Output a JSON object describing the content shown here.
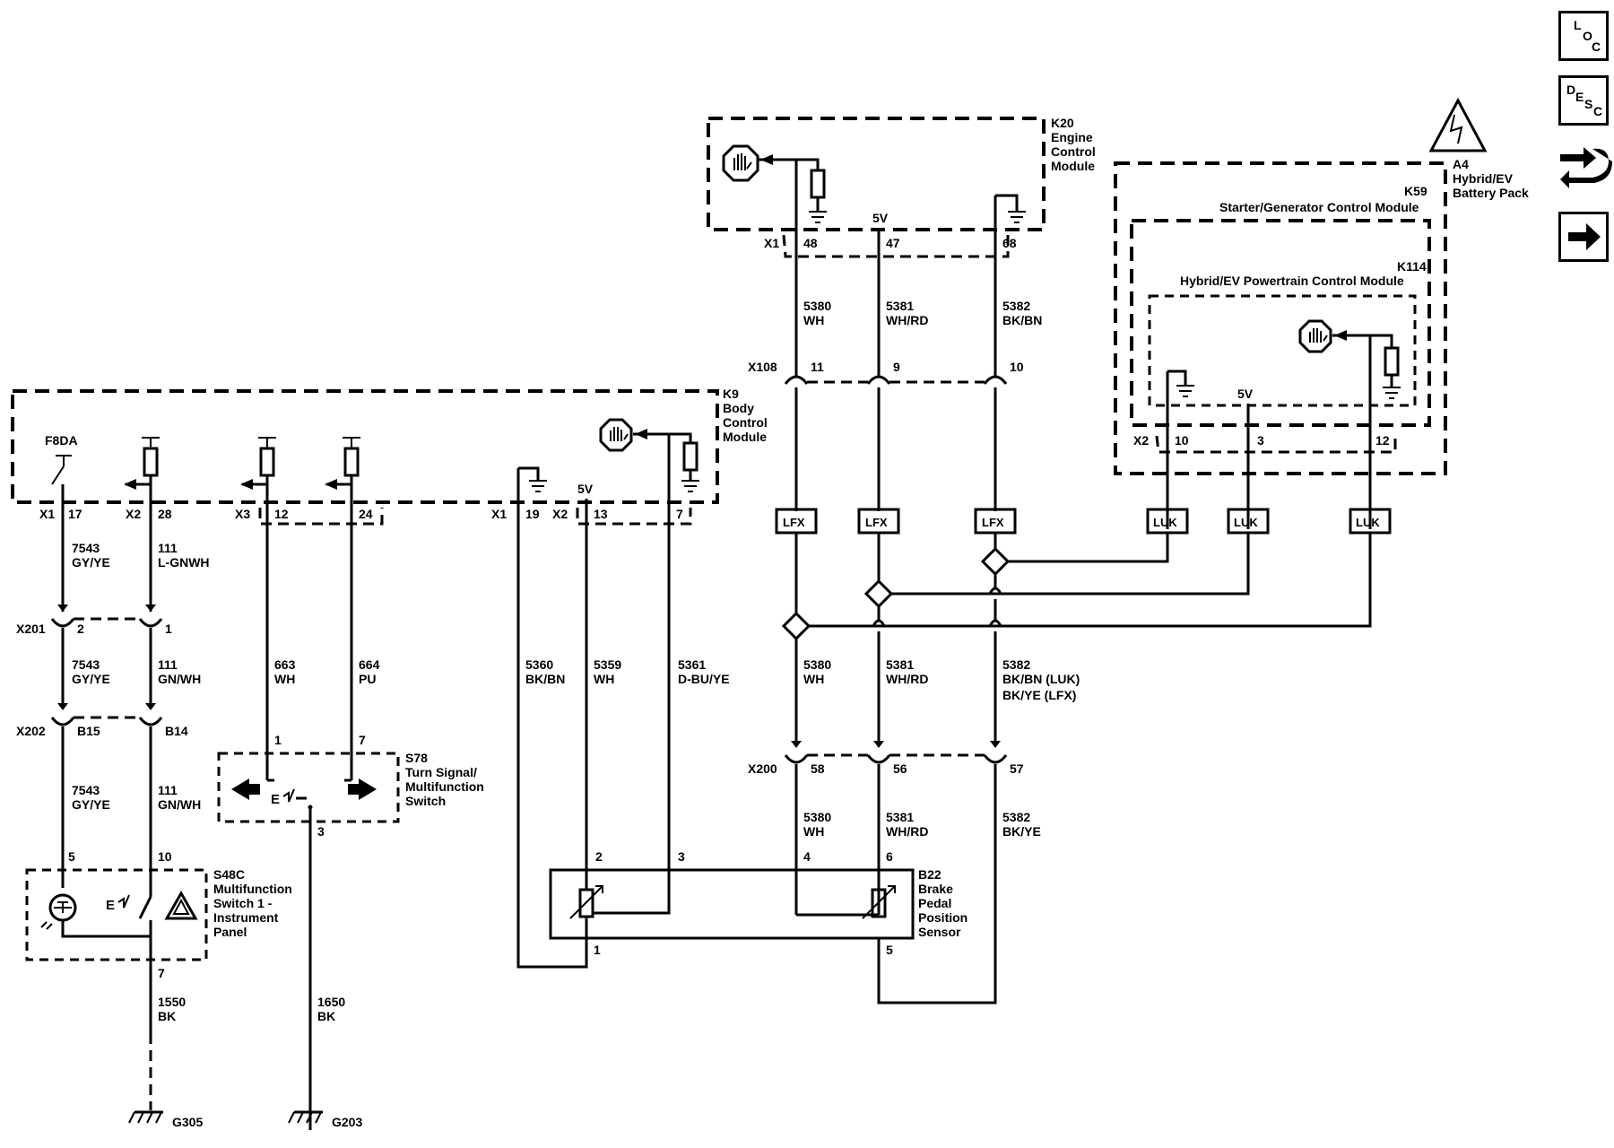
{
  "nav": {
    "loc": {
      "c1": "L",
      "c2": "O",
      "c3": "C"
    },
    "desc": {
      "c1": "D",
      "c2": "E",
      "c3": "S",
      "c4": "C"
    }
  },
  "modules": {
    "k20": {
      "lines": [
        "K20",
        "Engine",
        "Control",
        "Module"
      ]
    },
    "a4": {
      "lines": [
        "A4",
        "Hybrid/EV",
        "Battery Pack"
      ]
    },
    "k59": {
      "line": "Starter/Generator Control Module",
      "id": "K59"
    },
    "k114": {
      "line": "Hybrid/EV Powertrain Control Module",
      "id": "K114"
    },
    "k9": {
      "lines": [
        "K9",
        "Body",
        "Control",
        "Module"
      ]
    },
    "s78": {
      "lines": [
        "S78",
        "Turn Signal/",
        "Multifunction",
        "Switch"
      ]
    },
    "s48c": {
      "lines": [
        "S48C",
        "Multifunction",
        "Switch 1 -",
        "Instrument",
        "Panel"
      ]
    },
    "b22": {
      "lines": [
        "B22",
        "Brake",
        "Pedal",
        "Position",
        "Sensor"
      ]
    }
  },
  "labels": {
    "v5_k20": "5V",
    "v5_k114": "5V",
    "v5_k9": "5V",
    "k20_conn": "X1",
    "k20_p48": "48",
    "k20_p47": "47",
    "k20_p68": "68",
    "k114_conn": "X2",
    "k114_p10": "10",
    "k114_p3": "3",
    "k114_p12": "12",
    "x108": "X108",
    "x108_11": "11",
    "x108_9": "9",
    "x108_10": "10",
    "w5380_a": "5380",
    "w5380_a_c": "WH",
    "w5381_a": "5381",
    "w5381_a_c": "WH/RD",
    "w5382_a": "5382",
    "w5382_a_c": "BK/BN",
    "lfx1": "LFX",
    "lfx2": "LFX",
    "lfx3": "LFX",
    "luk1": "LUK",
    "luk2": "LUK",
    "luk3": "LUK",
    "f8da": "F8DA",
    "k9_x1a": "X1",
    "k9_p17": "17",
    "k9_x2a": "X2",
    "k9_p28": "28",
    "k9_x3": "X3",
    "k9_p12": "12",
    "k9_p24": "24",
    "k9_x1b": "X1",
    "k9_p19": "19",
    "k9_x2b": "X2",
    "k9_p13": "13",
    "k9_p7": "7",
    "w7543_a": "7543",
    "w7543_a_c": "GY/YE",
    "w111_a": "111",
    "w111_a_c": "L-GNWH",
    "x201": "X201",
    "x201_2": "2",
    "x201_1": "1",
    "w7543_b": "7543",
    "w7543_b_c": "GY/YE",
    "w111_b": "111",
    "w111_b_c": "GN/WH",
    "x202": "X202",
    "x202_b15": "B15",
    "x202_b14": "B14",
    "w7543_c": "7543",
    "w7543_c_c": "GY/YE",
    "w111_c": "111",
    "w111_c_c": "GN/WH",
    "w663": "663",
    "w663_c": "WH",
    "w664": "664",
    "w664_c": "PU",
    "s78_p1": "1",
    "s78_p7": "7",
    "s78_p3": "3",
    "s48_p5": "5",
    "s48_p10": "10",
    "s48_p7": "7",
    "w1550": "1550",
    "w1550_c": "BK",
    "w1650": "1650",
    "w1650_c": "BK",
    "g305": "G305",
    "g203": "G203",
    "w5360": "5360",
    "w5360_c": "BK/BN",
    "w5359": "5359",
    "w5359_c": "WH",
    "w5361d": "5361",
    "w5361d_c": "D-BU/YE",
    "w5380_b": "5380",
    "w5380_b_c": "WH",
    "w5381_b": "5381",
    "w5381_b_c": "WH/RD",
    "w5382_b": "5382",
    "w5382_b_c1": "BK/BN (LUK)",
    "w5382_b_c2": "BK/YE (LFX)",
    "x200": "X200",
    "x200_58": "58",
    "x200_56": "56",
    "x200_57": "57",
    "w5380_c": "5380",
    "w5380_c_c": "WH",
    "w5381_c": "5381",
    "w5381_c_c": "WH/RD",
    "w5382_c": "5382",
    "w5382_c_c": "BK/YE",
    "b22_p2": "2",
    "b22_p3": "3",
    "b22_p4": "4",
    "b22_p6": "6",
    "b22_p1": "1",
    "b22_p5": "5"
  }
}
